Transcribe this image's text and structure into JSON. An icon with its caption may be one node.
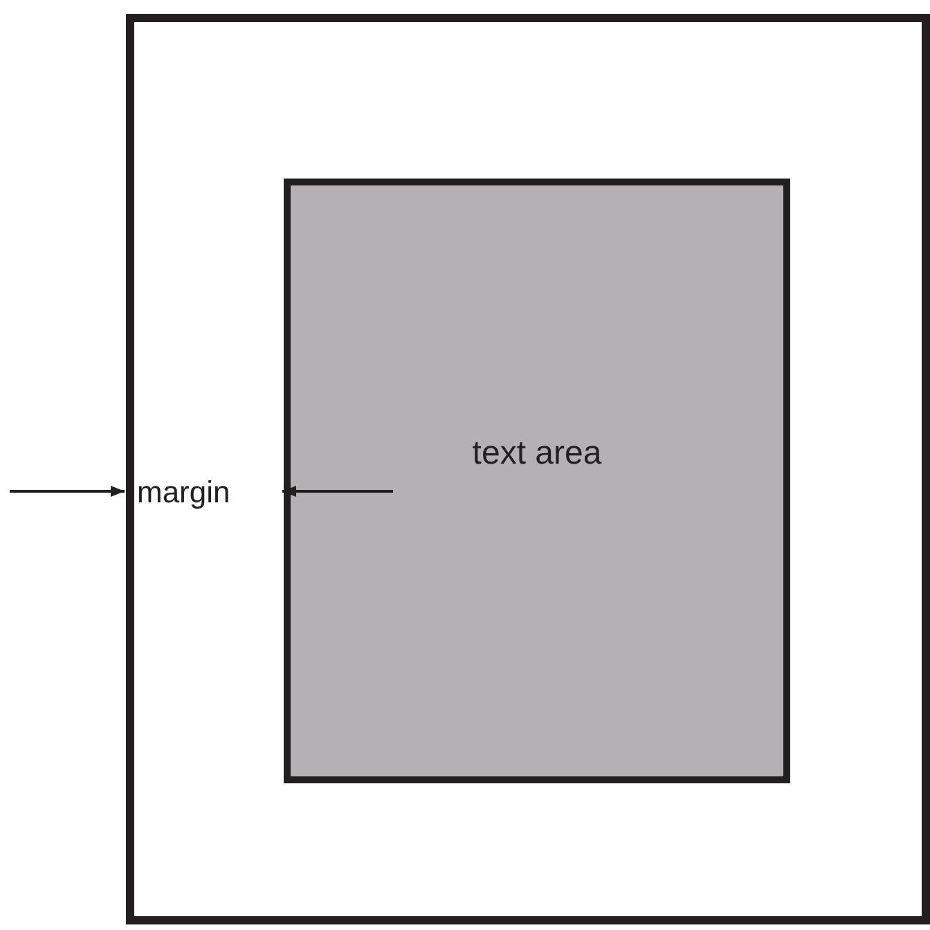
{
  "diagram": {
    "nodes": [
      {
        "text": [],
        "shape": "box"
      },
      {
        "text": [
          "text area"
        ],
        "in": 0
      }
    ],
    "labels": [
      "margin"
    ]
  }
}
